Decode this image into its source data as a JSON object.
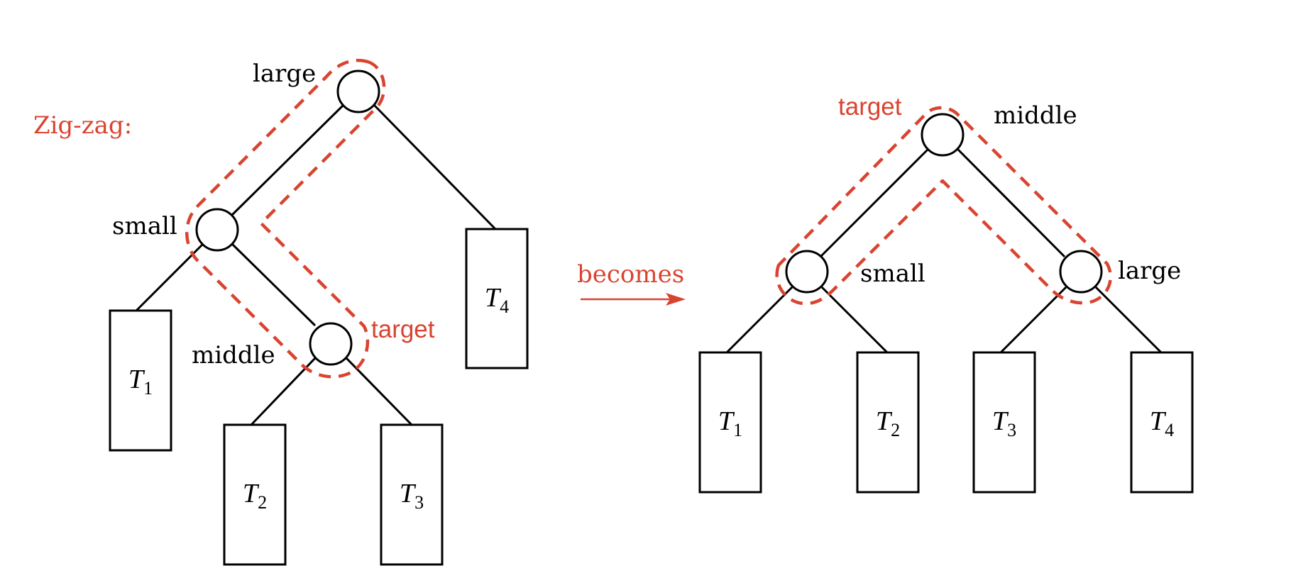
{
  "colors": {
    "accent": "#d94430",
    "ink": "#000000"
  },
  "heading": "Zig-zag:",
  "connector_label": "becomes",
  "before": {
    "nodes": {
      "top": "large",
      "left": "small",
      "inner": "middle"
    },
    "target_label": "target",
    "subtrees": [
      {
        "letter": "T",
        "index": "1"
      },
      {
        "letter": "T",
        "index": "2"
      },
      {
        "letter": "T",
        "index": "3"
      },
      {
        "letter": "T",
        "index": "4"
      }
    ]
  },
  "after": {
    "nodes": {
      "root": "middle",
      "left": "small",
      "right": "large"
    },
    "target_label": "target",
    "subtrees": [
      {
        "letter": "T",
        "index": "1"
      },
      {
        "letter": "T",
        "index": "2"
      },
      {
        "letter": "T",
        "index": "3"
      },
      {
        "letter": "T",
        "index": "4"
      }
    ]
  }
}
